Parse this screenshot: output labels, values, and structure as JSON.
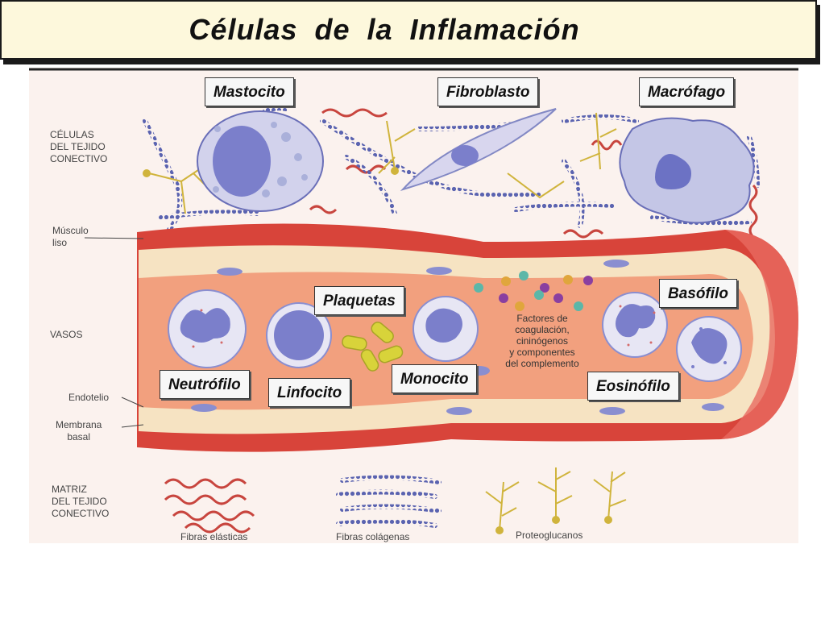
{
  "title": "Células  de  la  Inflamación",
  "callouts": {
    "mastocito": "Mastocito",
    "fibroblasto": "Fibroblasto",
    "macrofago": "Macrófago",
    "plaquetas": "Plaquetas",
    "basofilo": "Basófilo",
    "neutrofilo": "Neutrófilo",
    "linfocito": "Linfocito",
    "monocito": "Monocito",
    "eosinofilo": "Eosinófilo"
  },
  "side_labels": {
    "celulas_tejido": "CÉLULAS\nDEL TEJIDO\nCONECTIVO",
    "musculo_liso": "Músculo\nliso",
    "vasos": "VASOS",
    "endotelio": "Endotelio",
    "membrana_basal": "Membrana\nbasal",
    "matriz": "MATRIZ\nDEL TEJIDO\nCONECTIVO"
  },
  "factors_text": "Factores de\ncoagulación,\ncininógenos\ny componentes\ndel complemento",
  "bottom_labels": {
    "fibras_elasticas": "Fibras elásticas",
    "fibras_colagenas": "Fibras colágenas",
    "proteoglucanos": "Proteoglucanos"
  },
  "colors": {
    "title_bg": "#fdf8dc",
    "vessel_wall": "#d8443a",
    "vessel_lumen": "#f2a07e",
    "endothelium": "#f6e3c2",
    "cell_body": "#c9c8e6",
    "cell_nucleus": "#7b7fcb"
  }
}
